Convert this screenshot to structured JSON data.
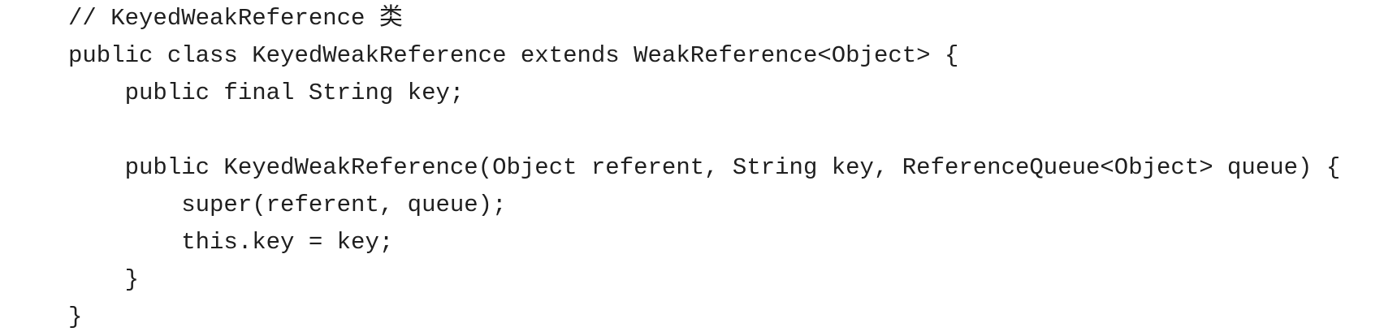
{
  "code": {
    "lines": [
      "// KeyedWeakReference 类",
      "public class KeyedWeakReference extends WeakReference<Object> {",
      "    public final String key;",
      "",
      "    public KeyedWeakReference(Object referent, String key, ReferenceQueue<Object> queue) {",
      "        super(referent, queue);",
      "        this.key = key;",
      "    }",
      "}"
    ]
  }
}
